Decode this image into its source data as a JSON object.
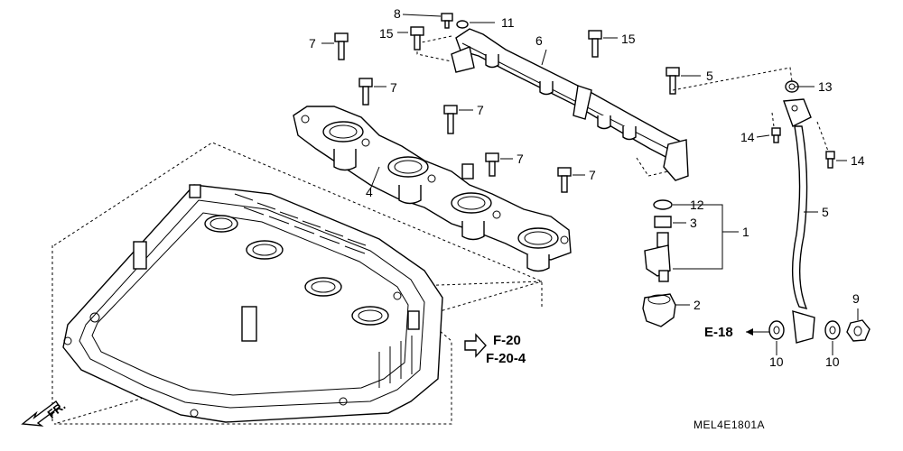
{
  "callouts": {
    "c1": "1",
    "c2": "2",
    "c3": "3",
    "c4": "4",
    "c5a": "5",
    "c5b": "5",
    "c6": "6",
    "c7a": "7",
    "c7b": "7",
    "c7c": "7",
    "c7d": "7",
    "c7e": "7",
    "c8": "8",
    "c9": "9",
    "c10a": "10",
    "c10b": "10",
    "c11": "11",
    "c12": "12",
    "c13": "13",
    "c14a": "14",
    "c14b": "14",
    "c15a": "15",
    "c15b": "15"
  },
  "references": {
    "f20": "F-20",
    "f204": "F-20-4",
    "e18": "E-18"
  },
  "direction_label": "FR.",
  "diagram_code": "MEL4E1801A"
}
